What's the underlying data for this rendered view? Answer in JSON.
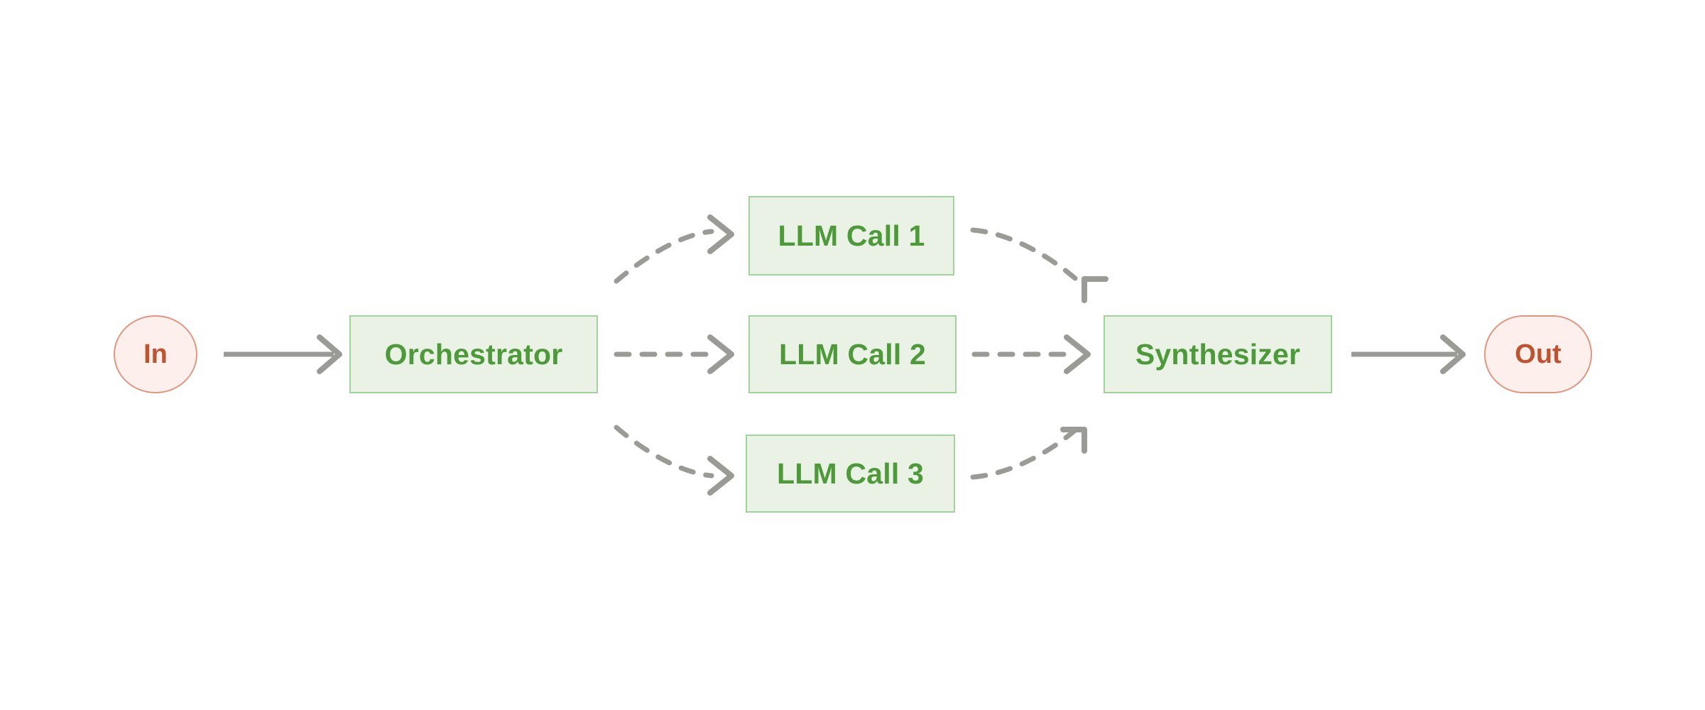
{
  "diagram": {
    "type": "flowchart",
    "orientation": "left-to-right",
    "background_color": "#ffffff",
    "nodes": [
      {
        "id": "in",
        "label": "In",
        "shape": "circle",
        "fill": "#fdf0ec",
        "stroke": "#e09680",
        "text_color": "#c0532f"
      },
      {
        "id": "orchestrator",
        "label": "Orchestrator",
        "shape": "rectangle",
        "fill": "#eaf2e6",
        "stroke": "#a3d39c",
        "text_color": "#4e9a3a"
      },
      {
        "id": "llm1",
        "label": "LLM Call 1",
        "shape": "rectangle",
        "fill": "#eaf2e6",
        "stroke": "#a3d39c",
        "text_color": "#4e9a3a"
      },
      {
        "id": "llm2",
        "label": "LLM Call 2",
        "shape": "rectangle",
        "fill": "#eaf2e6",
        "stroke": "#a3d39c",
        "text_color": "#4e9a3a"
      },
      {
        "id": "llm3",
        "label": "LLM Call 3",
        "shape": "rectangle",
        "fill": "#eaf2e6",
        "stroke": "#a3d39c",
        "text_color": "#4e9a3a"
      },
      {
        "id": "synthesizer",
        "label": "Synthesizer",
        "shape": "rectangle",
        "fill": "#eaf2e6",
        "stroke": "#a3d39c",
        "text_color": "#4e9a3a"
      },
      {
        "id": "out",
        "label": "Out",
        "shape": "rounded-stadium",
        "fill": "#fdf0ec",
        "stroke": "#e09680",
        "text_color": "#c0532f"
      }
    ],
    "edges": [
      {
        "id": "e-in-orchestrator",
        "from": "in",
        "to": "orchestrator",
        "style": "solid",
        "color": "#9a9a96",
        "arrowhead": "chevron"
      },
      {
        "id": "e-orchestrator-llm1",
        "from": "orchestrator",
        "to": "llm1",
        "style": "dashed",
        "color": "#9a9a96",
        "arrowhead": "chevron"
      },
      {
        "id": "e-orchestrator-llm2",
        "from": "orchestrator",
        "to": "llm2",
        "style": "dashed",
        "color": "#9a9a96",
        "arrowhead": "chevron"
      },
      {
        "id": "e-orchestrator-llm3",
        "from": "orchestrator",
        "to": "llm3",
        "style": "dashed",
        "color": "#9a9a96",
        "arrowhead": "chevron"
      },
      {
        "id": "e-llm1-synthesizer",
        "from": "llm1",
        "to": "synthesizer",
        "style": "dashed",
        "color": "#9a9a96",
        "arrowhead": "chevron"
      },
      {
        "id": "e-llm2-synthesizer",
        "from": "llm2",
        "to": "synthesizer",
        "style": "dashed",
        "color": "#9a9a96",
        "arrowhead": "chevron"
      },
      {
        "id": "e-llm3-synthesizer",
        "from": "llm3",
        "to": "synthesizer",
        "style": "dashed",
        "color": "#9a9a96",
        "arrowhead": "chevron"
      },
      {
        "id": "e-synthesizer-out",
        "from": "synthesizer",
        "to": "out",
        "style": "solid",
        "color": "#9a9a96",
        "arrowhead": "chevron"
      }
    ]
  }
}
